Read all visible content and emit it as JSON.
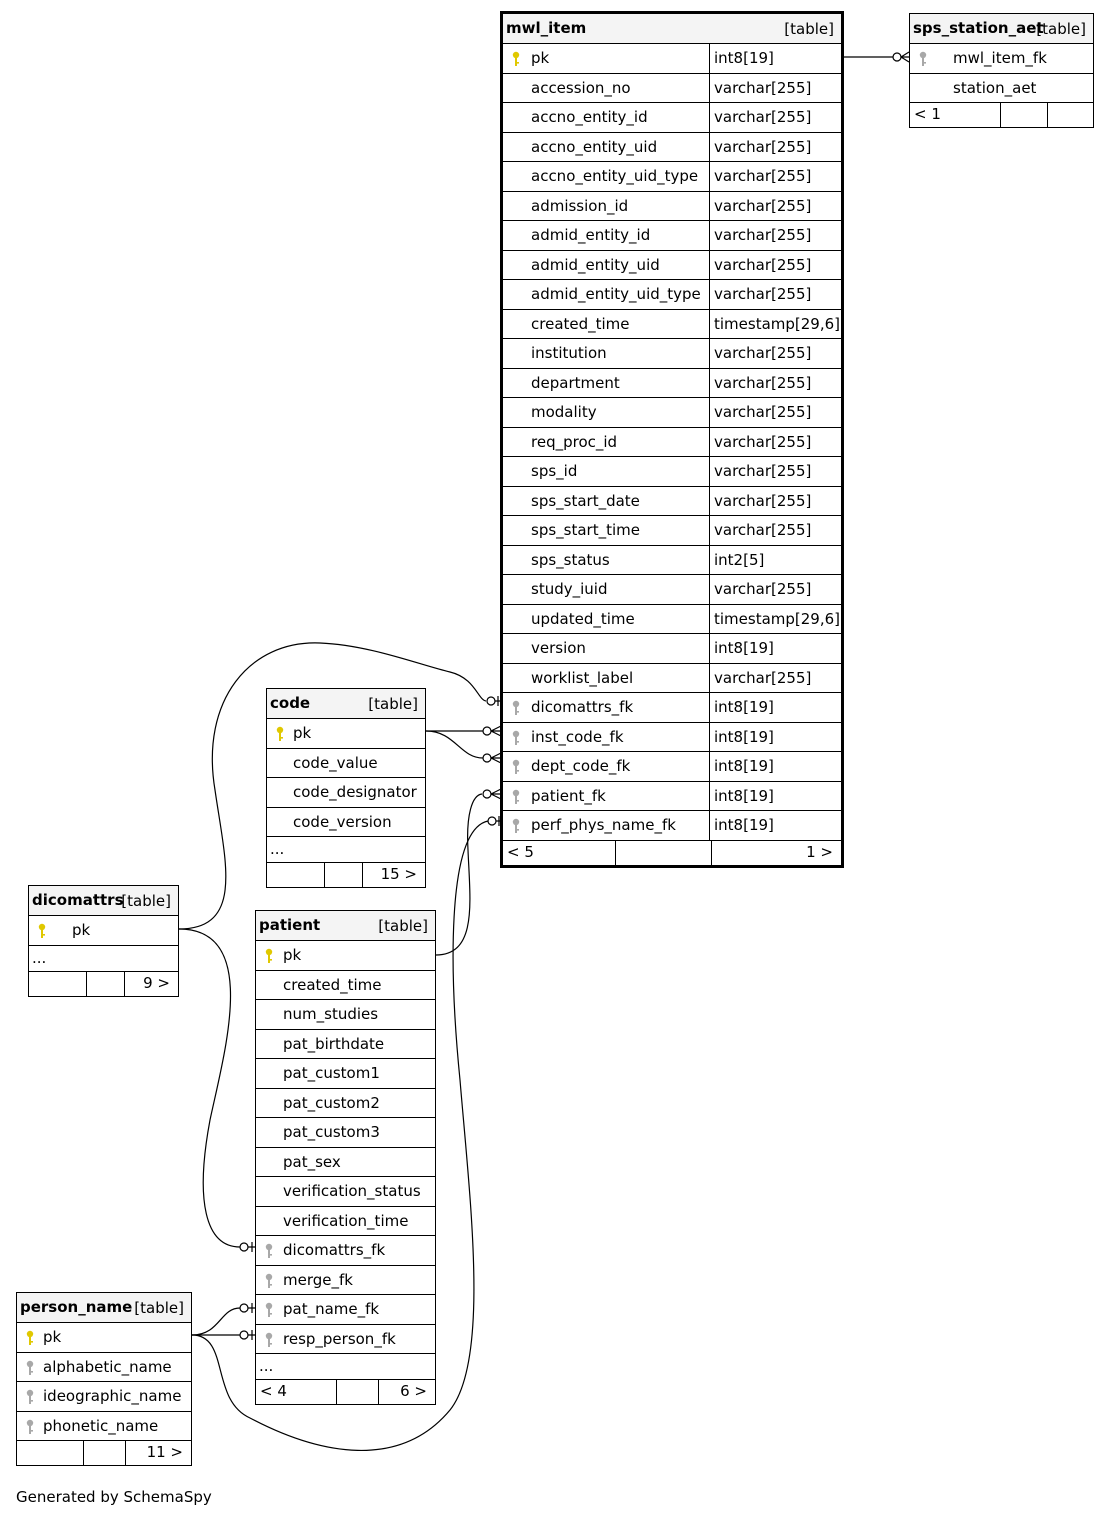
{
  "diagram_tag": "[table]",
  "tables": {
    "mwl_item": {
      "name": "mwl_item",
      "columns": [
        {
          "name": "pk",
          "type": "int8[19]",
          "key": "pk"
        },
        {
          "name": "accession_no",
          "type": "varchar[255]",
          "key": ""
        },
        {
          "name": "accno_entity_id",
          "type": "varchar[255]",
          "key": ""
        },
        {
          "name": "accno_entity_uid",
          "type": "varchar[255]",
          "key": ""
        },
        {
          "name": "accno_entity_uid_type",
          "type": "varchar[255]",
          "key": ""
        },
        {
          "name": "admission_id",
          "type": "varchar[255]",
          "key": ""
        },
        {
          "name": "admid_entity_id",
          "type": "varchar[255]",
          "key": ""
        },
        {
          "name": "admid_entity_uid",
          "type": "varchar[255]",
          "key": ""
        },
        {
          "name": "admid_entity_uid_type",
          "type": "varchar[255]",
          "key": ""
        },
        {
          "name": "created_time",
          "type": "timestamp[29,6]",
          "key": ""
        },
        {
          "name": "institution",
          "type": "varchar[255]",
          "key": ""
        },
        {
          "name": "department",
          "type": "varchar[255]",
          "key": ""
        },
        {
          "name": "modality",
          "type": "varchar[255]",
          "key": ""
        },
        {
          "name": "req_proc_id",
          "type": "varchar[255]",
          "key": ""
        },
        {
          "name": "sps_id",
          "type": "varchar[255]",
          "key": ""
        },
        {
          "name": "sps_start_date",
          "type": "varchar[255]",
          "key": ""
        },
        {
          "name": "sps_start_time",
          "type": "varchar[255]",
          "key": ""
        },
        {
          "name": "sps_status",
          "type": "int2[5]",
          "key": ""
        },
        {
          "name": "study_iuid",
          "type": "varchar[255]",
          "key": ""
        },
        {
          "name": "updated_time",
          "type": "timestamp[29,6]",
          "key": ""
        },
        {
          "name": "version",
          "type": "int8[19]",
          "key": ""
        },
        {
          "name": "worklist_label",
          "type": "varchar[255]",
          "key": ""
        },
        {
          "name": "dicomattrs_fk",
          "type": "int8[19]",
          "key": "fk"
        },
        {
          "name": "inst_code_fk",
          "type": "int8[19]",
          "key": "fk"
        },
        {
          "name": "dept_code_fk",
          "type": "int8[19]",
          "key": "fk"
        },
        {
          "name": "patient_fk",
          "type": "int8[19]",
          "key": "fk"
        },
        {
          "name": "perf_phys_name_fk",
          "type": "int8[19]",
          "key": "fk"
        }
      ],
      "footer": [
        "< 5",
        "",
        "1 >"
      ]
    },
    "sps_station_aet": {
      "name": "sps_station_aet",
      "columns": [
        {
          "name": "mwl_item_fk",
          "key": "fk"
        },
        {
          "name": "station_aet",
          "key": ""
        }
      ],
      "footer": [
        "< 1",
        "",
        ""
      ]
    },
    "code": {
      "name": "code",
      "columns": [
        {
          "name": "pk",
          "key": "pk"
        },
        {
          "name": "code_value",
          "key": ""
        },
        {
          "name": "code_designator",
          "key": ""
        },
        {
          "name": "code_version",
          "key": ""
        }
      ],
      "ellipsis": "...",
      "footer": [
        "",
        "",
        "15 >"
      ]
    },
    "dicomattrs": {
      "name": "dicomattrs",
      "columns": [
        {
          "name": "pk",
          "key": "pk"
        }
      ],
      "ellipsis": "...",
      "footer": [
        "",
        "",
        "9 >"
      ]
    },
    "patient": {
      "name": "patient",
      "columns": [
        {
          "name": "pk",
          "key": "pk"
        },
        {
          "name": "created_time",
          "key": ""
        },
        {
          "name": "num_studies",
          "key": ""
        },
        {
          "name": "pat_birthdate",
          "key": ""
        },
        {
          "name": "pat_custom1",
          "key": ""
        },
        {
          "name": "pat_custom2",
          "key": ""
        },
        {
          "name": "pat_custom3",
          "key": ""
        },
        {
          "name": "pat_sex",
          "key": ""
        },
        {
          "name": "verification_status",
          "key": ""
        },
        {
          "name": "verification_time",
          "key": ""
        },
        {
          "name": "dicomattrs_fk",
          "key": "fk"
        },
        {
          "name": "merge_fk",
          "key": "fk"
        },
        {
          "name": "pat_name_fk",
          "key": "fk"
        },
        {
          "name": "resp_person_fk",
          "key": "fk"
        }
      ],
      "ellipsis": "...",
      "footer": [
        "< 4",
        "",
        "6 >"
      ]
    },
    "person_name": {
      "name": "person_name",
      "columns": [
        {
          "name": "pk",
          "key": "pk"
        },
        {
          "name": "alphabetic_name",
          "key": "fk"
        },
        {
          "name": "ideographic_name",
          "key": "fk"
        },
        {
          "name": "phonetic_name",
          "key": "fk"
        }
      ],
      "footer": [
        "",
        "",
        "11 >"
      ]
    }
  },
  "colors": {
    "pk_key": "#e0c800",
    "fk_key": "#a8a8a8",
    "header_bg": "#f4f4f4"
  },
  "footer_note": "Generated by SchemaSpy"
}
